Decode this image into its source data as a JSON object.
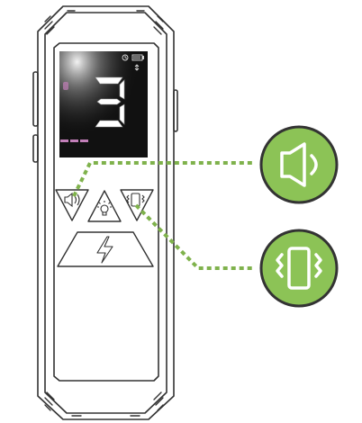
{
  "device": {
    "display": {
      "digit": "3",
      "battery_icon": "battery-icon",
      "clock_icon": "clock-icon",
      "usb_icon": "usb-icon"
    },
    "buttons": [
      {
        "name": "sound-button",
        "icon": "speaker-icon"
      },
      {
        "name": "light-button",
        "icon": "lightbulb-icon"
      },
      {
        "name": "vibrate-button",
        "icon": "vibration-icon"
      },
      {
        "name": "power-button",
        "icon": "lightning-icon"
      }
    ]
  },
  "callouts": [
    {
      "name": "sound-callout",
      "icon": "speaker-icon"
    },
    {
      "name": "vibration-callout",
      "icon": "vibration-icon"
    }
  ],
  "colors": {
    "outline": "#333333",
    "accent_green": "#8cc356",
    "dotted_line": "#7fb24c",
    "screen": "#111111",
    "segment": "#ffffff",
    "indicator_pink": "#c27fb8"
  }
}
